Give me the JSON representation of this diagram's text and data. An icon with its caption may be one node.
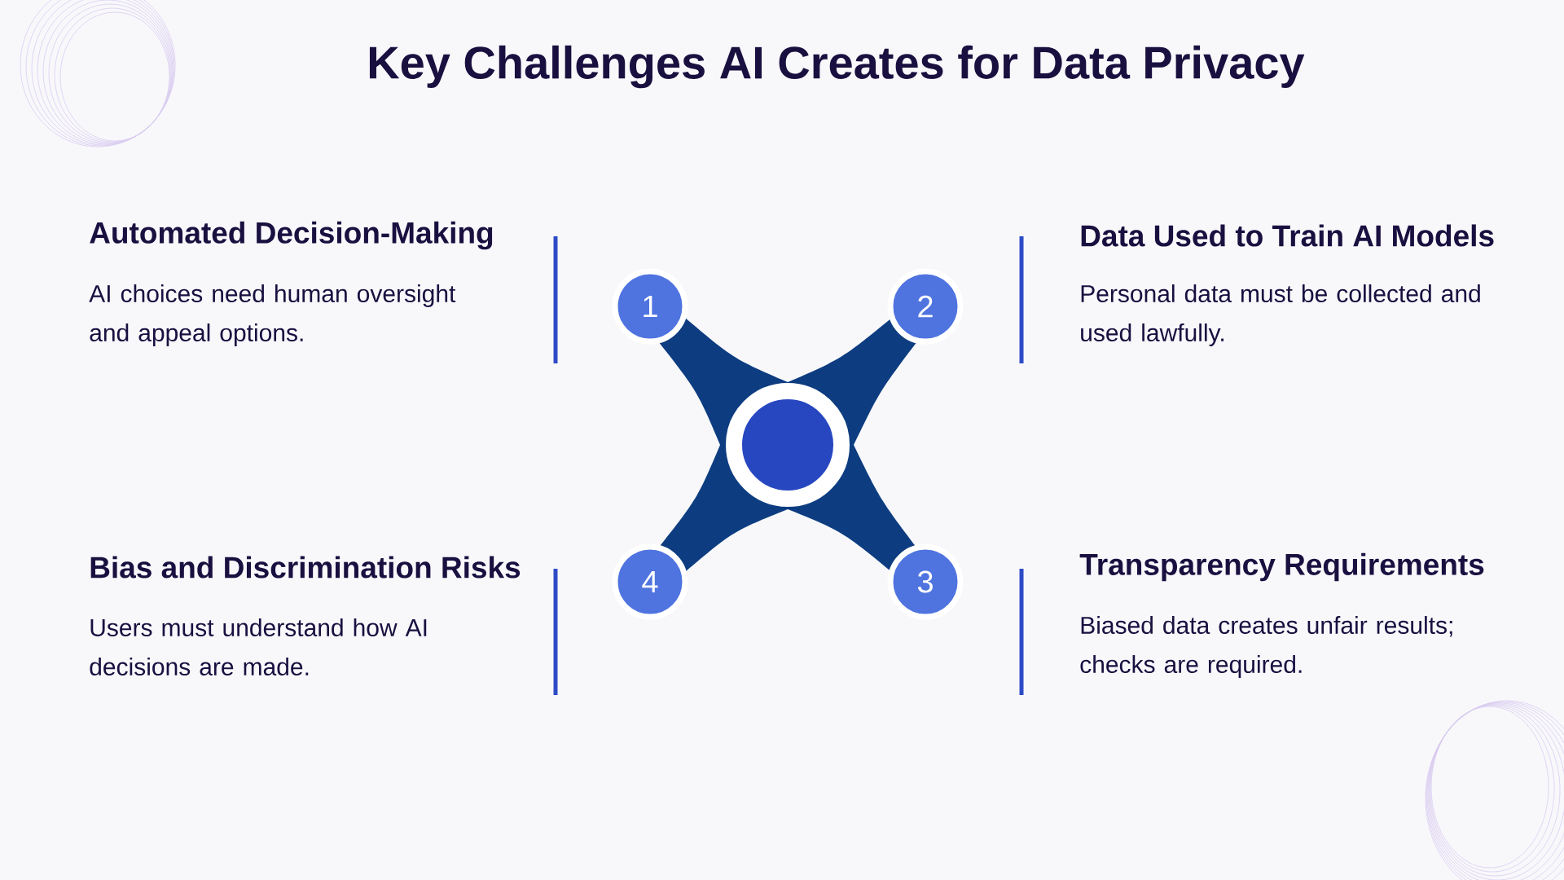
{
  "diagram": {
    "title": "Key Challenges AI Creates for Data Privacy",
    "nodes": [
      {
        "text": [
          "1"
        ]
      },
      {
        "text": [
          "2"
        ]
      },
      {
        "text": [],
        "shape": "circle"
      },
      {
        "text": [
          "4"
        ]
      },
      {
        "text": [
          "3"
        ]
      }
    ],
    "labels": [
      "Automated Decision-Making",
      "AI choices need human oversight and appeal options.",
      "Data Used to Train AI Models",
      "Personal data must be collected and used lawfully.",
      "Bias and Discrimination Risks",
      "Users must understand how AI decisions are made.",
      "Transparency Requirements",
      "Biased data creates unfair results; checks are required."
    ]
  }
}
